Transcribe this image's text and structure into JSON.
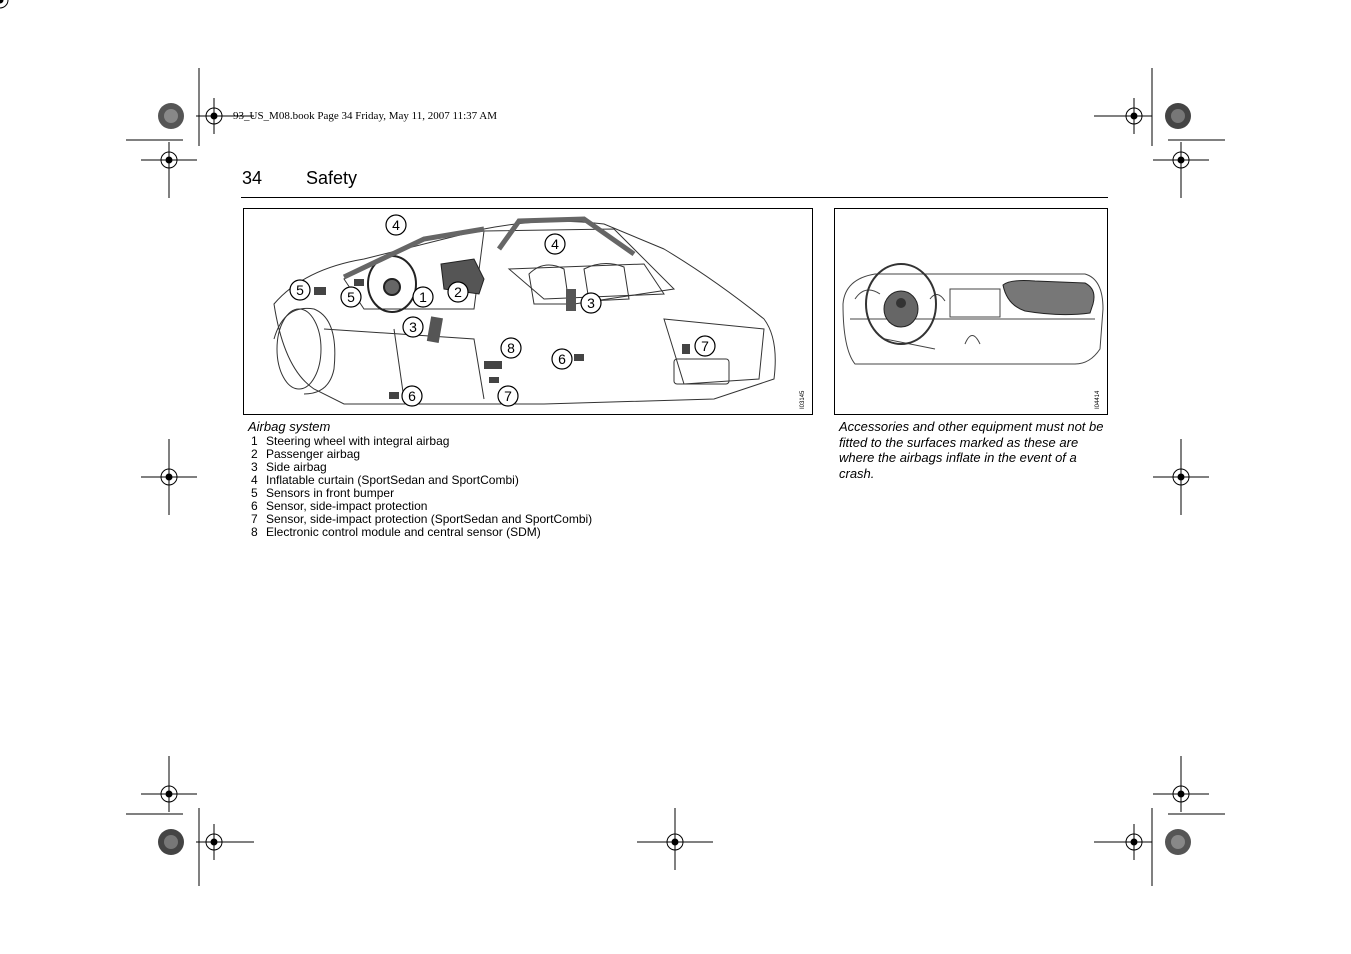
{
  "header": {
    "slug": "93_US_M08.book  Page 34  Friday, May 11, 2007  11:37 AM",
    "page_number": "34",
    "section": "Safety"
  },
  "figure1": {
    "code": "I03145",
    "callouts": [
      "4",
      "4",
      "5",
      "5",
      "1",
      "2",
      "3",
      "3",
      "8",
      "6",
      "7",
      "6",
      "7"
    ]
  },
  "figure2": {
    "code": "I04414"
  },
  "caption": "Airbag system",
  "legend": [
    {
      "n": "1",
      "text": "Steering wheel with integral airbag"
    },
    {
      "n": "2",
      "text": "Passenger airbag"
    },
    {
      "n": "3",
      "text": "Side airbag"
    },
    {
      "n": "4",
      "text": "Inflatable curtain (SportSedan and SportCombi)"
    },
    {
      "n": "5",
      "text": "Sensors in front bumper"
    },
    {
      "n": "6",
      "text": "Sensor, side-impact protection"
    },
    {
      "n": "7",
      "text": "Sensor, side-impact protection (SportSedan and SportCombi)"
    },
    {
      "n": "8",
      "text": "Electronic control module and central sensor (SDM)"
    }
  ],
  "note": "Accessories and other equipment must not be fitted to the surfaces marked as these are where the airbags inflate in the event of a crash."
}
